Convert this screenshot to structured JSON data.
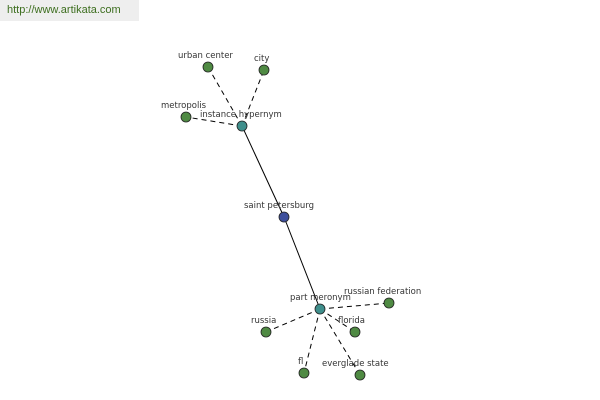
{
  "banner": {
    "url": "http://www.artikata.com"
  },
  "colors": {
    "leaf": "#4f8a43",
    "relation": "#3f8f8c",
    "center": "#3d4f9c",
    "edge": "#000000"
  },
  "graph": {
    "center": {
      "id": "saint-petersburg",
      "label": "saint petersburg"
    },
    "relations": [
      {
        "id": "instance-hypernym",
        "label": "instance hypernym",
        "targets": [
          {
            "id": "urban-center",
            "label": "urban center"
          },
          {
            "id": "city",
            "label": "city"
          },
          {
            "id": "metropolis",
            "label": "metropolis"
          }
        ]
      },
      {
        "id": "part-meronym",
        "label": "part meronym",
        "targets": [
          {
            "id": "russian-federation",
            "label": "russian federation"
          },
          {
            "id": "russia",
            "label": "russia"
          },
          {
            "id": "florida",
            "label": "florida"
          },
          {
            "id": "fl",
            "label": "fl"
          },
          {
            "id": "everglade-state",
            "label": "everglade state"
          }
        ]
      }
    ]
  }
}
